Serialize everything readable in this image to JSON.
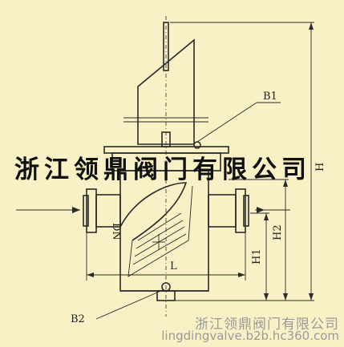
{
  "labels": {
    "b1": "B1",
    "b2": "B2",
    "dn": "DN",
    "l": "L",
    "h1": "H1",
    "h2": "H2",
    "h": "H"
  },
  "overlay": {
    "company": "浙江领鼎阀门有限公司",
    "watermark_cn": "浙江领鼎阀门有限公司",
    "watermark_url": "lingdingvalve.b2b.hc360.com"
  }
}
